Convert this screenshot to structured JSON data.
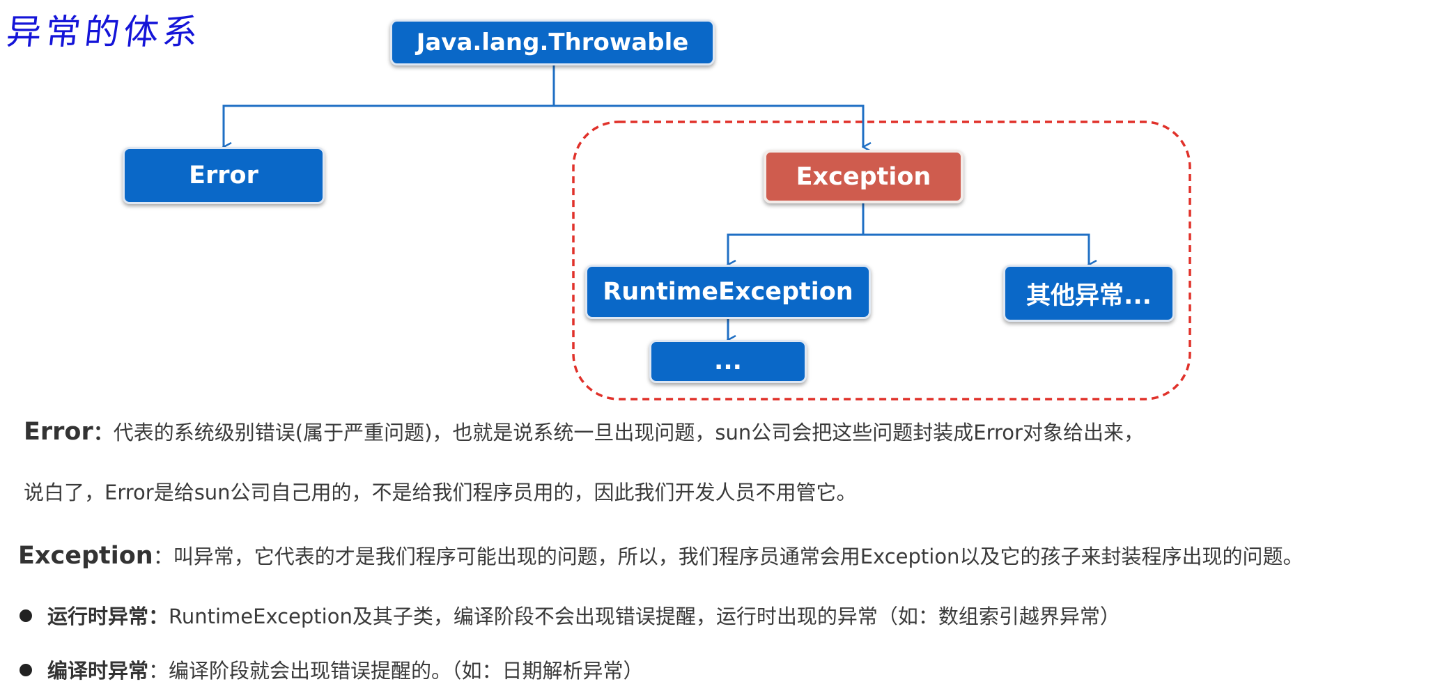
{
  "title": "异常的体系",
  "diagram": {
    "nodes": {
      "throwable": "Java.lang.Throwable",
      "error": "Error",
      "exception": "Exception",
      "runtime_exception": "RuntimeException",
      "other_exceptions": "其他异常...",
      "runtime_children": "..."
    },
    "colors": {
      "node_blue": "#0a68c8",
      "node_exception": "#cf5c4e",
      "connector": "#1f6fc4",
      "dashed_group": "#e0312a",
      "title_handwritten": "#1414d8"
    }
  },
  "descriptions": {
    "error": {
      "label": "Error",
      "colon": "：",
      "line1": "代表的系统级别错误(属于严重问题)，也就是说系统一旦出现问题，sun公司会把这些问题封装成Error对象给出来，",
      "line2": "说白了，Error是给sun公司自己用的，不是给我们程序员用的，因此我们开发人员不用管它。"
    },
    "exception": {
      "label": "Exception",
      "text": "：叫异常，它代表的才是我们程序可能出现的问题，所以，我们程序员通常会用Exception以及它的孩子来封装程序出现的问题。"
    },
    "bullets": [
      {
        "label": "运行时异常：",
        "text": "RuntimeException及其子类，编译阶段不会出现错误提醒，运行时出现的异常（如：数组索引越界异常）"
      },
      {
        "label": "编译时异常",
        "text": "：编译阶段就会出现错误提醒的。（如：日期解析异常）"
      }
    ]
  }
}
